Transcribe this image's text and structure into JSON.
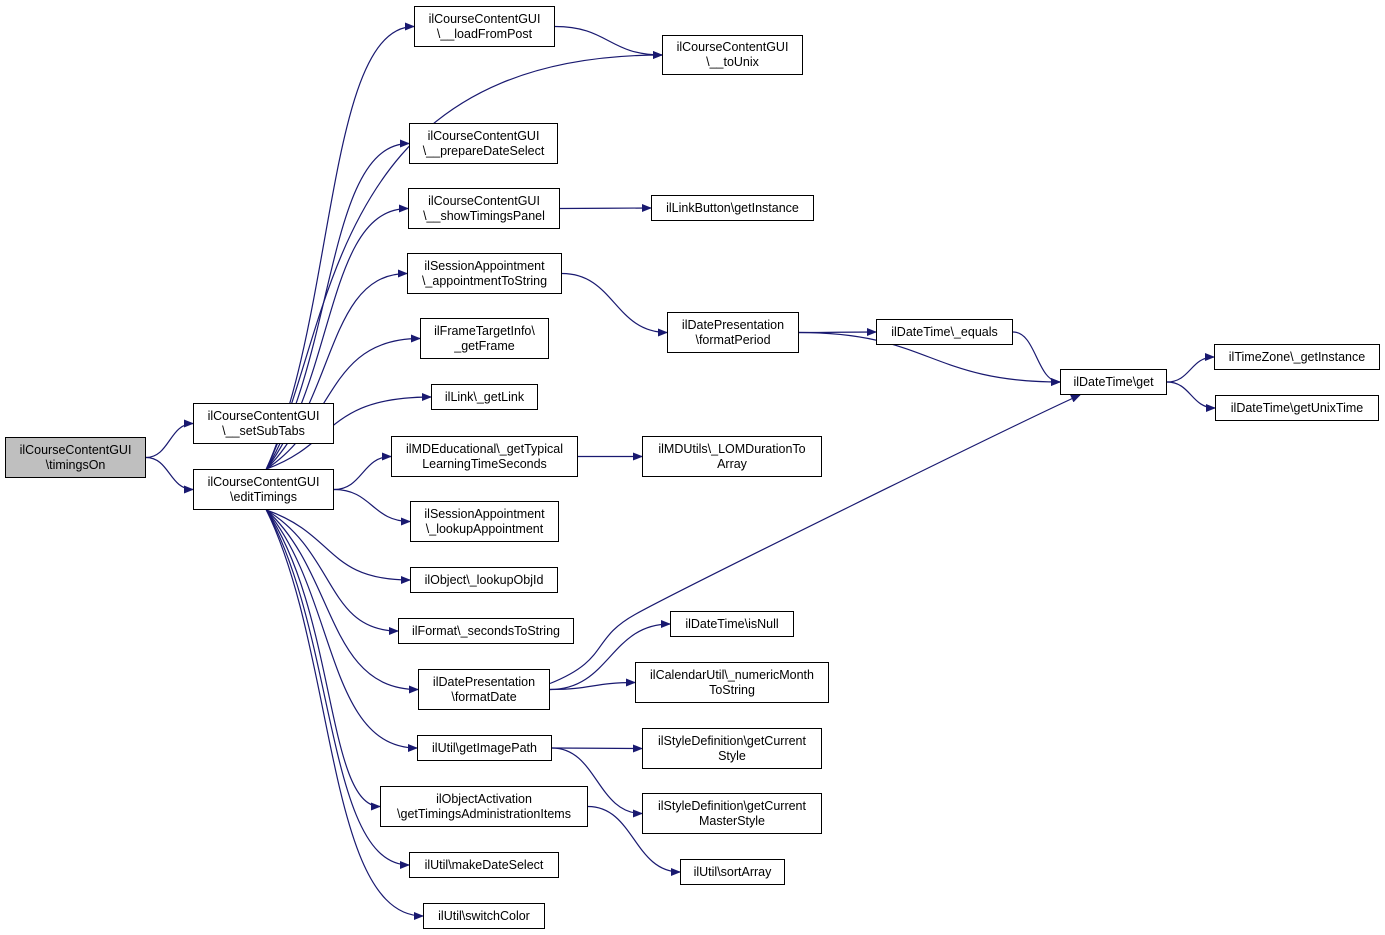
{
  "colors": {
    "edge": "#191970",
    "node_border": "#000000",
    "root_fill": "#bfbfbf",
    "node_fill": "#ffffff"
  },
  "nodes": [
    {
      "id": "timingsOn",
      "lines": [
        "ilCourseContentGUI",
        "\\timingsOn"
      ],
      "root": true
    },
    {
      "id": "setSubTabs",
      "lines": [
        "ilCourseContentGUI",
        "\\__setSubTabs"
      ]
    },
    {
      "id": "editTimings",
      "lines": [
        "ilCourseContentGUI",
        "\\editTimings"
      ]
    },
    {
      "id": "loadFromPost",
      "lines": [
        "ilCourseContentGUI",
        "\\__loadFromPost"
      ]
    },
    {
      "id": "toUnix",
      "lines": [
        "ilCourseContentGUI",
        "\\__toUnix"
      ]
    },
    {
      "id": "prepareDateSelect",
      "lines": [
        "ilCourseContentGUI",
        "\\__prepareDateSelect"
      ]
    },
    {
      "id": "showTimingsPanel",
      "lines": [
        "ilCourseContentGUI",
        "\\__showTimingsPanel"
      ]
    },
    {
      "id": "linkButtonGetInstance",
      "lines": [
        "ilLinkButton\\getInstance"
      ]
    },
    {
      "id": "appointmentToString",
      "lines": [
        "ilSessionAppointment",
        "\\_appointmentToString"
      ]
    },
    {
      "id": "formatPeriod",
      "lines": [
        "ilDatePresentation",
        "\\formatPeriod"
      ]
    },
    {
      "id": "equals",
      "lines": [
        "ilDateTime\\_equals"
      ]
    },
    {
      "id": "dateTimeGet",
      "lines": [
        "ilDateTime\\get"
      ]
    },
    {
      "id": "tzGetInstance",
      "lines": [
        "ilTimeZone\\_getInstance"
      ]
    },
    {
      "id": "getUnixTime",
      "lines": [
        "ilDateTime\\getUnixTime"
      ]
    },
    {
      "id": "getFrame",
      "lines": [
        "ilFrameTargetInfo\\",
        "_getFrame"
      ]
    },
    {
      "id": "getLink",
      "lines": [
        "ilLink\\_getLink"
      ]
    },
    {
      "id": "getTypicalLearningTime",
      "lines": [
        "ilMDEducational\\_getTypical",
        "LearningTimeSeconds"
      ]
    },
    {
      "id": "lomDuration",
      "lines": [
        "ilMDUtils\\_LOMDurationTo",
        "Array"
      ]
    },
    {
      "id": "lookupAppointment",
      "lines": [
        "ilSessionAppointment",
        "\\_lookupAppointment"
      ]
    },
    {
      "id": "lookupObjId",
      "lines": [
        "ilObject\\_lookupObjId"
      ]
    },
    {
      "id": "secondsToString",
      "lines": [
        "ilFormat\\_secondsToString"
      ]
    },
    {
      "id": "formatDate",
      "lines": [
        "ilDatePresentation",
        "\\formatDate"
      ]
    },
    {
      "id": "isNull",
      "lines": [
        "ilDateTime\\isNull"
      ]
    },
    {
      "id": "numericMonth",
      "lines": [
        "ilCalendarUtil\\_numericMonth",
        "ToString"
      ]
    },
    {
      "id": "getImagePath",
      "lines": [
        "ilUtil\\getImagePath"
      ]
    },
    {
      "id": "getCurrentStyle",
      "lines": [
        "ilStyleDefinition\\getCurrent",
        "Style"
      ]
    },
    {
      "id": "getCurrentMasterStyle",
      "lines": [
        "ilStyleDefinition\\getCurrent",
        "MasterStyle"
      ]
    },
    {
      "id": "timingsAdminItems",
      "lines": [
        "ilObjectActivation",
        "\\getTimingsAdministrationItems"
      ]
    },
    {
      "id": "sortArray",
      "lines": [
        "ilUtil\\sortArray"
      ]
    },
    {
      "id": "makeDateSelect",
      "lines": [
        "ilUtil\\makeDateSelect"
      ]
    },
    {
      "id": "switchColor",
      "lines": [
        "ilUtil\\switchColor"
      ]
    }
  ],
  "edges": [
    [
      "timingsOn",
      "setSubTabs"
    ],
    [
      "timingsOn",
      "editTimings"
    ],
    [
      "editTimings",
      "loadFromPost"
    ],
    [
      "editTimings",
      "toUnix"
    ],
    [
      "loadFromPost",
      "toUnix"
    ],
    [
      "editTimings",
      "prepareDateSelect"
    ],
    [
      "editTimings",
      "showTimingsPanel"
    ],
    [
      "showTimingsPanel",
      "linkButtonGetInstance"
    ],
    [
      "editTimings",
      "appointmentToString"
    ],
    [
      "appointmentToString",
      "formatPeriod"
    ],
    [
      "formatPeriod",
      "equals"
    ],
    [
      "formatPeriod",
      "dateTimeGet"
    ],
    [
      "equals",
      "dateTimeGet"
    ],
    [
      "dateTimeGet",
      "tzGetInstance"
    ],
    [
      "dateTimeGet",
      "getUnixTime"
    ],
    [
      "editTimings",
      "getFrame"
    ],
    [
      "editTimings",
      "getLink"
    ],
    [
      "editTimings",
      "getTypicalLearningTime"
    ],
    [
      "getTypicalLearningTime",
      "lomDuration"
    ],
    [
      "editTimings",
      "lookupAppointment"
    ],
    [
      "editTimings",
      "lookupObjId"
    ],
    [
      "editTimings",
      "secondsToString"
    ],
    [
      "editTimings",
      "formatDate"
    ],
    [
      "formatDate",
      "dateTimeGet"
    ],
    [
      "formatDate",
      "isNull"
    ],
    [
      "formatDate",
      "numericMonth"
    ],
    [
      "editTimings",
      "getImagePath"
    ],
    [
      "getImagePath",
      "getCurrentStyle"
    ],
    [
      "getImagePath",
      "getCurrentMasterStyle"
    ],
    [
      "editTimings",
      "timingsAdminItems"
    ],
    [
      "timingsAdminItems",
      "sortArray"
    ],
    [
      "editTimings",
      "makeDateSelect"
    ],
    [
      "editTimings",
      "switchColor"
    ]
  ]
}
